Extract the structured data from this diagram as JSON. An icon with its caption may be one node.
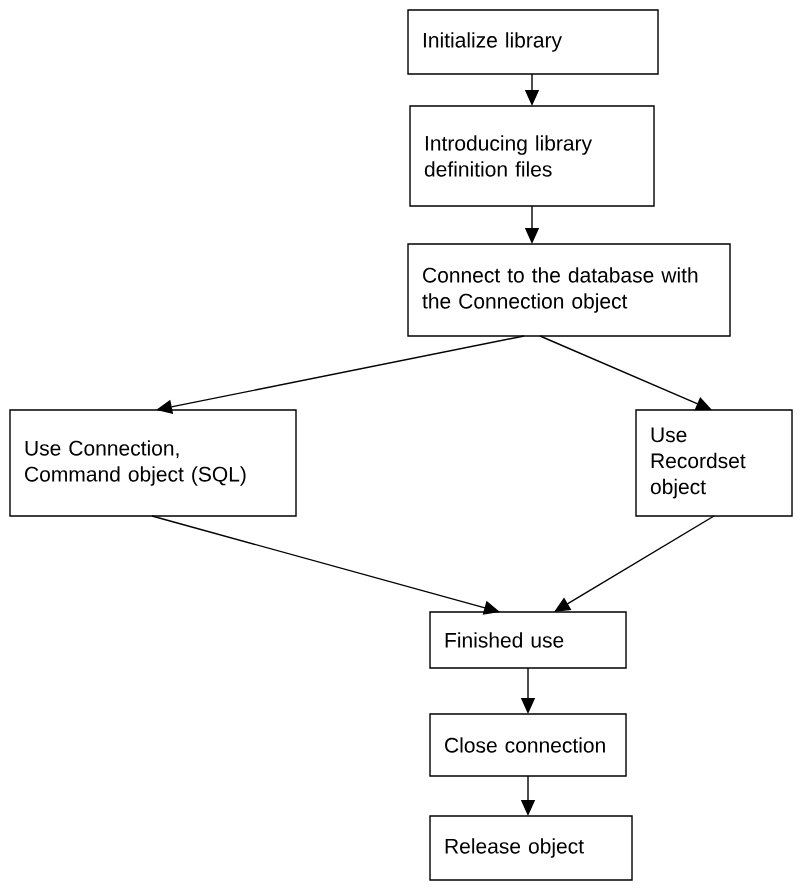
{
  "diagram": {
    "nodes": [
      {
        "text": [
          "Initialize library"
        ]
      },
      {
        "text": [
          "Introducing library definition files"
        ]
      },
      {
        "text": [
          "Connect to the database with the Connection object"
        ]
      },
      {
        "text": [
          "Use Connection, Command object (SQL)"
        ]
      },
      {
        "text": [
          "Use Recordset object"
        ]
      },
      {
        "text": [
          "Finished use"
        ]
      },
      {
        "text": [
          "Close connection"
        ]
      },
      {
        "text": [
          "Release object"
        ]
      }
    ],
    "edges": [
      {
        "from": 0,
        "to": 1,
        "arrow": "to"
      },
      {
        "from": 1,
        "to": 2,
        "arrow": "to"
      },
      {
        "from": 2,
        "to": 3,
        "arrow": "to"
      },
      {
        "from": 2,
        "to": 4,
        "arrow": "to"
      },
      {
        "from": 3,
        "to": 5,
        "arrow": "to"
      },
      {
        "from": 4,
        "to": 5,
        "arrow": "to"
      },
      {
        "from": 5,
        "to": 6,
        "arrow": "to"
      },
      {
        "from": 6,
        "to": 7,
        "arrow": "to"
      }
    ]
  }
}
